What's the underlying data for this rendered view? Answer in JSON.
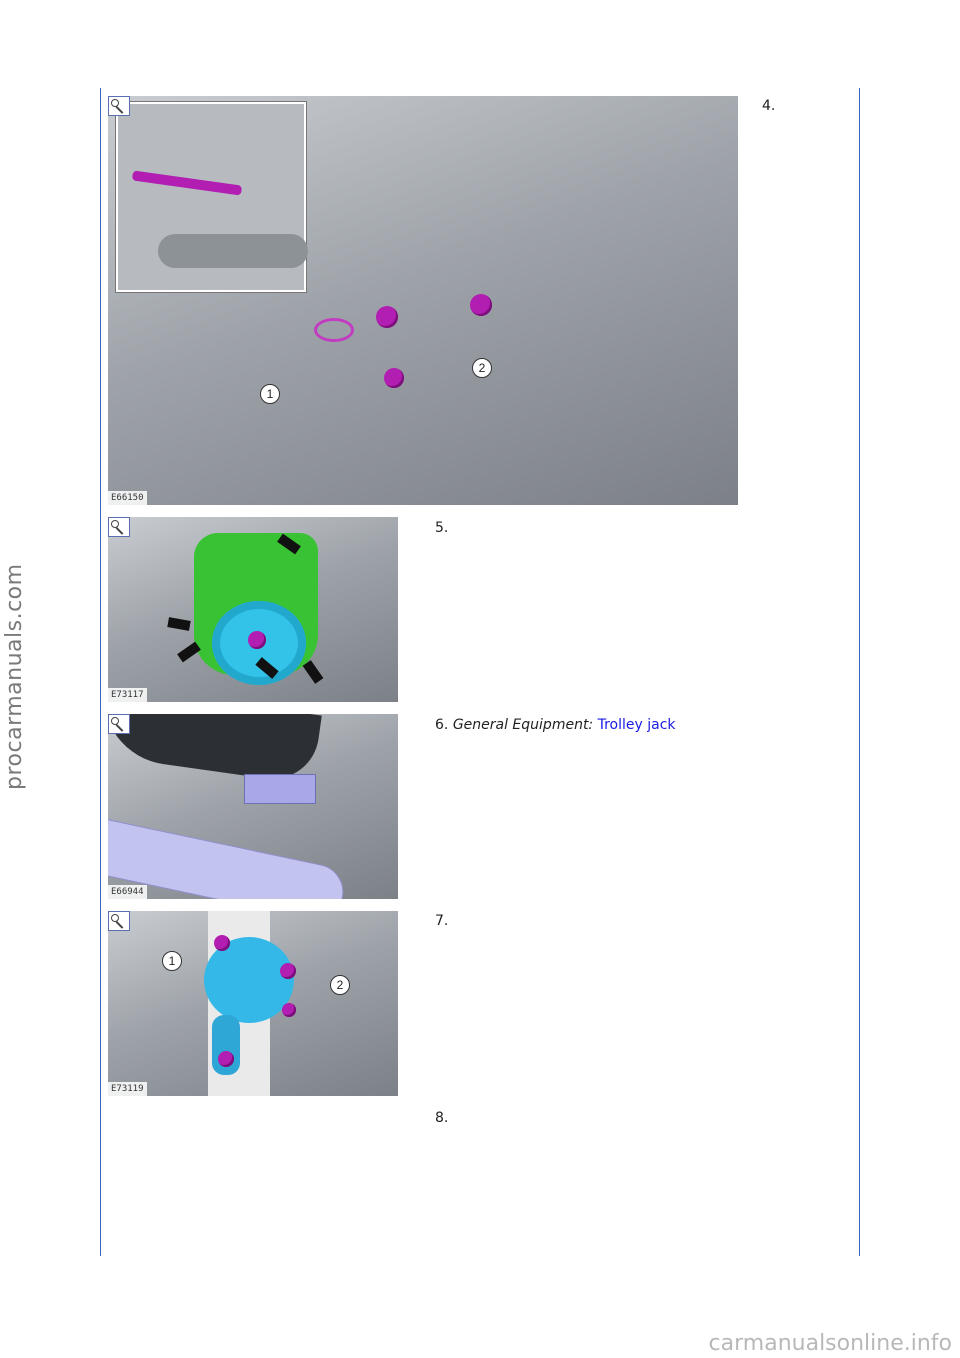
{
  "watermarks": {
    "side": "procarmanuals.com",
    "footer": "carmanualsonline.info"
  },
  "figures": [
    {
      "code": "E66150"
    },
    {
      "code": "E73117"
    },
    {
      "code": "E66944"
    },
    {
      "code": "E73119"
    }
  ],
  "callouts": {
    "fig1_one": "1",
    "fig1_two": "2",
    "fig4_one": "1",
    "fig4_two": "2"
  },
  "steps": [
    {
      "number": "4."
    },
    {
      "number": "5."
    },
    {
      "number": "6.",
      "label": "General Equipment:",
      "link": "Trolley jack"
    },
    {
      "number": "7."
    },
    {
      "number": "8."
    }
  ],
  "colors": {
    "rule": "#3b5fc7",
    "link": "#1a1ae6",
    "fastener": "#b21db2"
  }
}
